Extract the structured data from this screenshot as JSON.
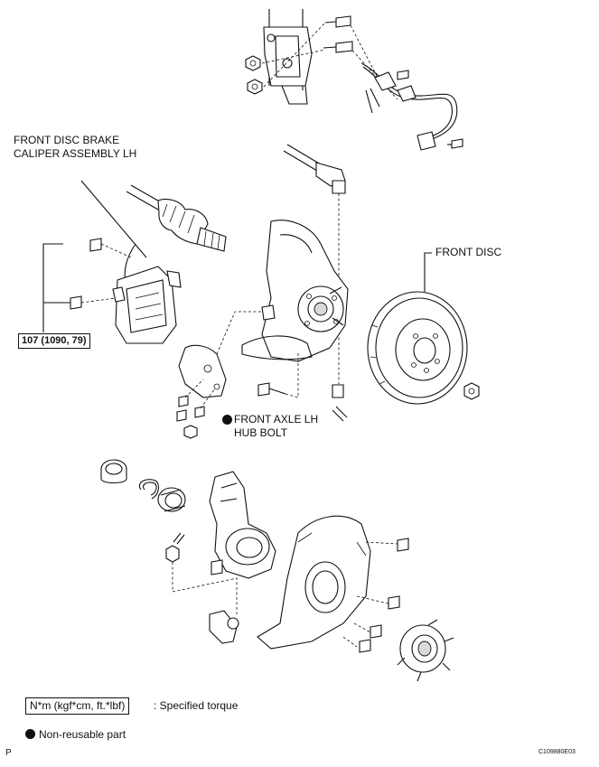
{
  "labels": {
    "caliper": "FRONT DISC BRAKE\nCALIPER ASSEMBLY LH",
    "front_disc": "FRONT DISC",
    "hub_bolt": "FRONT AXLE LH\nHUB BOLT"
  },
  "torque_box": "107 (1090, 79)",
  "legend": {
    "unit_box": "N*m (kgf*cm, ft.*lbf)",
    "unit_desc": ": Specified torque",
    "nonreusable": "Non-reusable part"
  },
  "corner_left": "P",
  "figure_code": "C109880E03"
}
